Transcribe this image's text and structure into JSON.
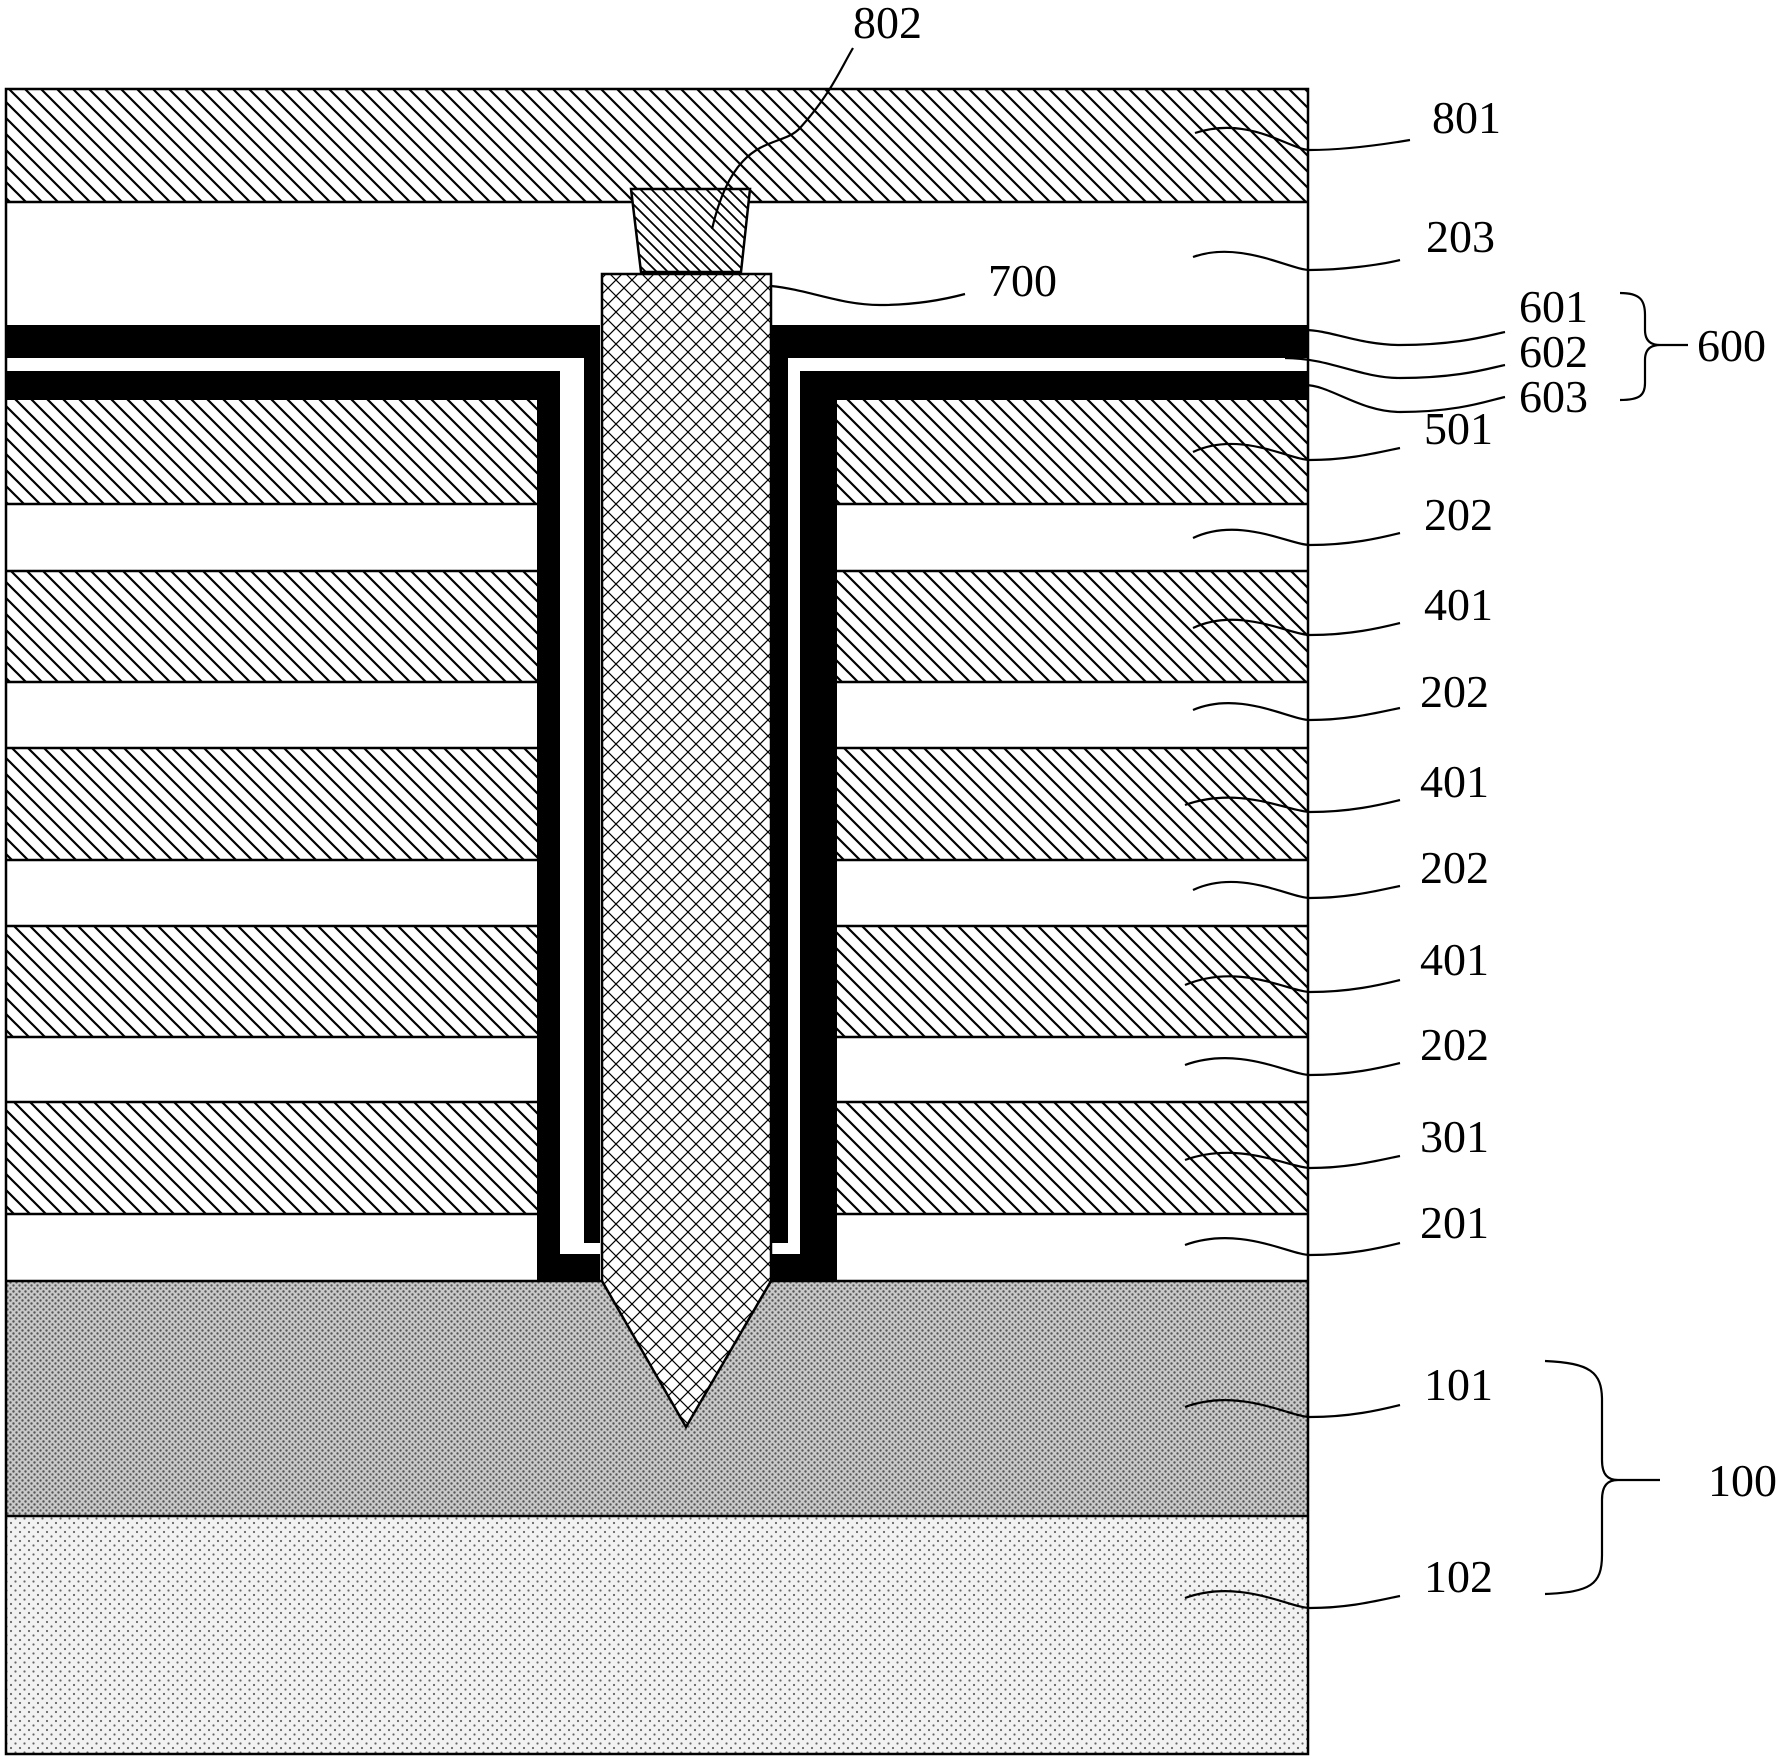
{
  "labels": {
    "l802": "802",
    "l801": "801",
    "l203": "203",
    "l700": "700",
    "l601": "601",
    "l602": "602",
    "l603": "603",
    "l600": "600",
    "l501": "501",
    "l202a": "202",
    "l401a": "401",
    "l202b": "202",
    "l401b": "401",
    "l202c": "202",
    "l401c": "401",
    "l202d": "202",
    "l301": "301",
    "l201": "201",
    "l101": "101",
    "l100": "100",
    "l102": "102"
  },
  "colors": {
    "line": "#000000",
    "background": "#ffffff",
    "layer_101_fill": "#c9c9c9",
    "layer_102_fill": "#f2f2f2"
  }
}
